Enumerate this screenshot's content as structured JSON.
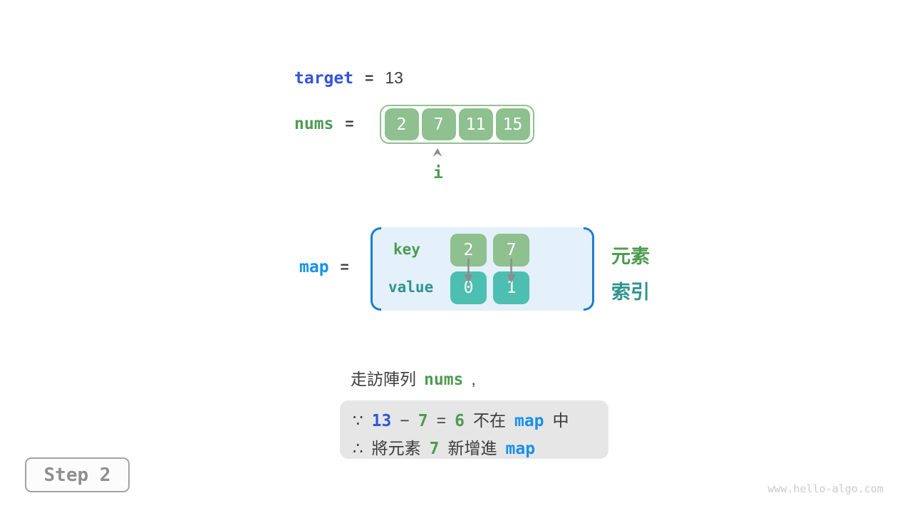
{
  "target_row": {
    "label": "target",
    "equals": "=",
    "value": "13"
  },
  "nums_row": {
    "label": "nums",
    "equals": "=",
    "cells": [
      "2",
      "7",
      "11",
      "15"
    ],
    "pointer": "i"
  },
  "map_row": {
    "label": "map",
    "equals": "=",
    "key_label": "key",
    "value_label": "value",
    "keys": [
      "2",
      "7"
    ],
    "values": [
      "0",
      "1"
    ],
    "element_label": "元素",
    "index_label": "索引"
  },
  "caption": {
    "prefix": "走訪陣列",
    "code": "nums",
    "comma": ","
  },
  "note_box": {
    "line1": [
      "∵",
      "13",
      "−",
      "7",
      "=",
      "6",
      "不在",
      "map",
      "中"
    ],
    "line2": [
      "∴",
      "將元素",
      "7",
      "新增進",
      "map"
    ]
  },
  "step_badge": "Step 2",
  "watermark": "www.hello-algo.com",
  "colors": {
    "green_box": "#8fc08f",
    "green_text": "#4e9b51",
    "teal_box": "#4dbfb0",
    "teal_text": "#2f948c",
    "royal_blue": "#3354d8",
    "bright_blue": "#1791e8",
    "bracket_blue": "#1d7ece",
    "map_bg": "#e4f0fa",
    "note_bg": "#e6e6e6",
    "arrow_gray": "#8c8c8c"
  }
}
